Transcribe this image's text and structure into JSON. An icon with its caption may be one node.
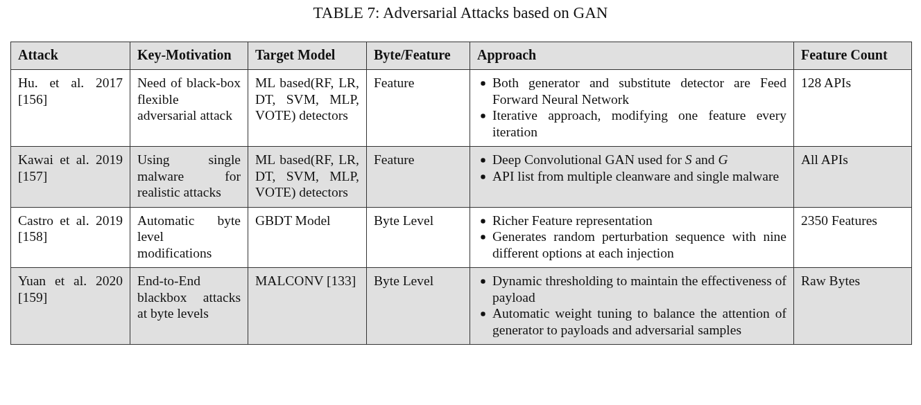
{
  "diagram": {
    "title": "TABLE 7: Adversarial Attacks based on GAN",
    "labels": [
      "Attack",
      "Key-Motivation",
      "Target Model",
      "Byte/Feature",
      "Approach",
      "Feature Count",
      "Hu. et al. 2017 [156]",
      "Need of black-box flexible adversarial attack",
      "ML based(RF, LR, DT, SVM, MLP, VOTE) detectors",
      "Feature",
      "Both generator and substitute detector are Feed Forward Neural Network",
      "Iterative approach, modifying one feature every iteration",
      "128 APIs",
      "Kawai et al. 2019 [157]",
      "Using single malware for realistic attacks",
      "ML based(RF, LR, DT, SVM, MLP, VOTE) detectors",
      "Feature",
      "Deep Convolutional GAN used for *S* and *G*",
      "API list from multiple cleanware and single malware",
      "All APIs",
      "Castro et al. 2019 [158]",
      "Automatic byte level modifications",
      "GBDT Model",
      "Byte Level",
      "Richer Feature representation",
      "Generates random perturbation sequence with nine different options at each injection",
      "2350 Features",
      "Yuan et al. 2020 [159]",
      "End-to-End blackbox attacks at byte levels",
      "MALCONV [133]",
      "Byte Level",
      "Dynamic thresholding to maintain the effectiveness of payload",
      "Automatic weight tuning to balance the attention of generator to payloads and adversarial samples",
      "Raw Bytes"
    ]
  }
}
